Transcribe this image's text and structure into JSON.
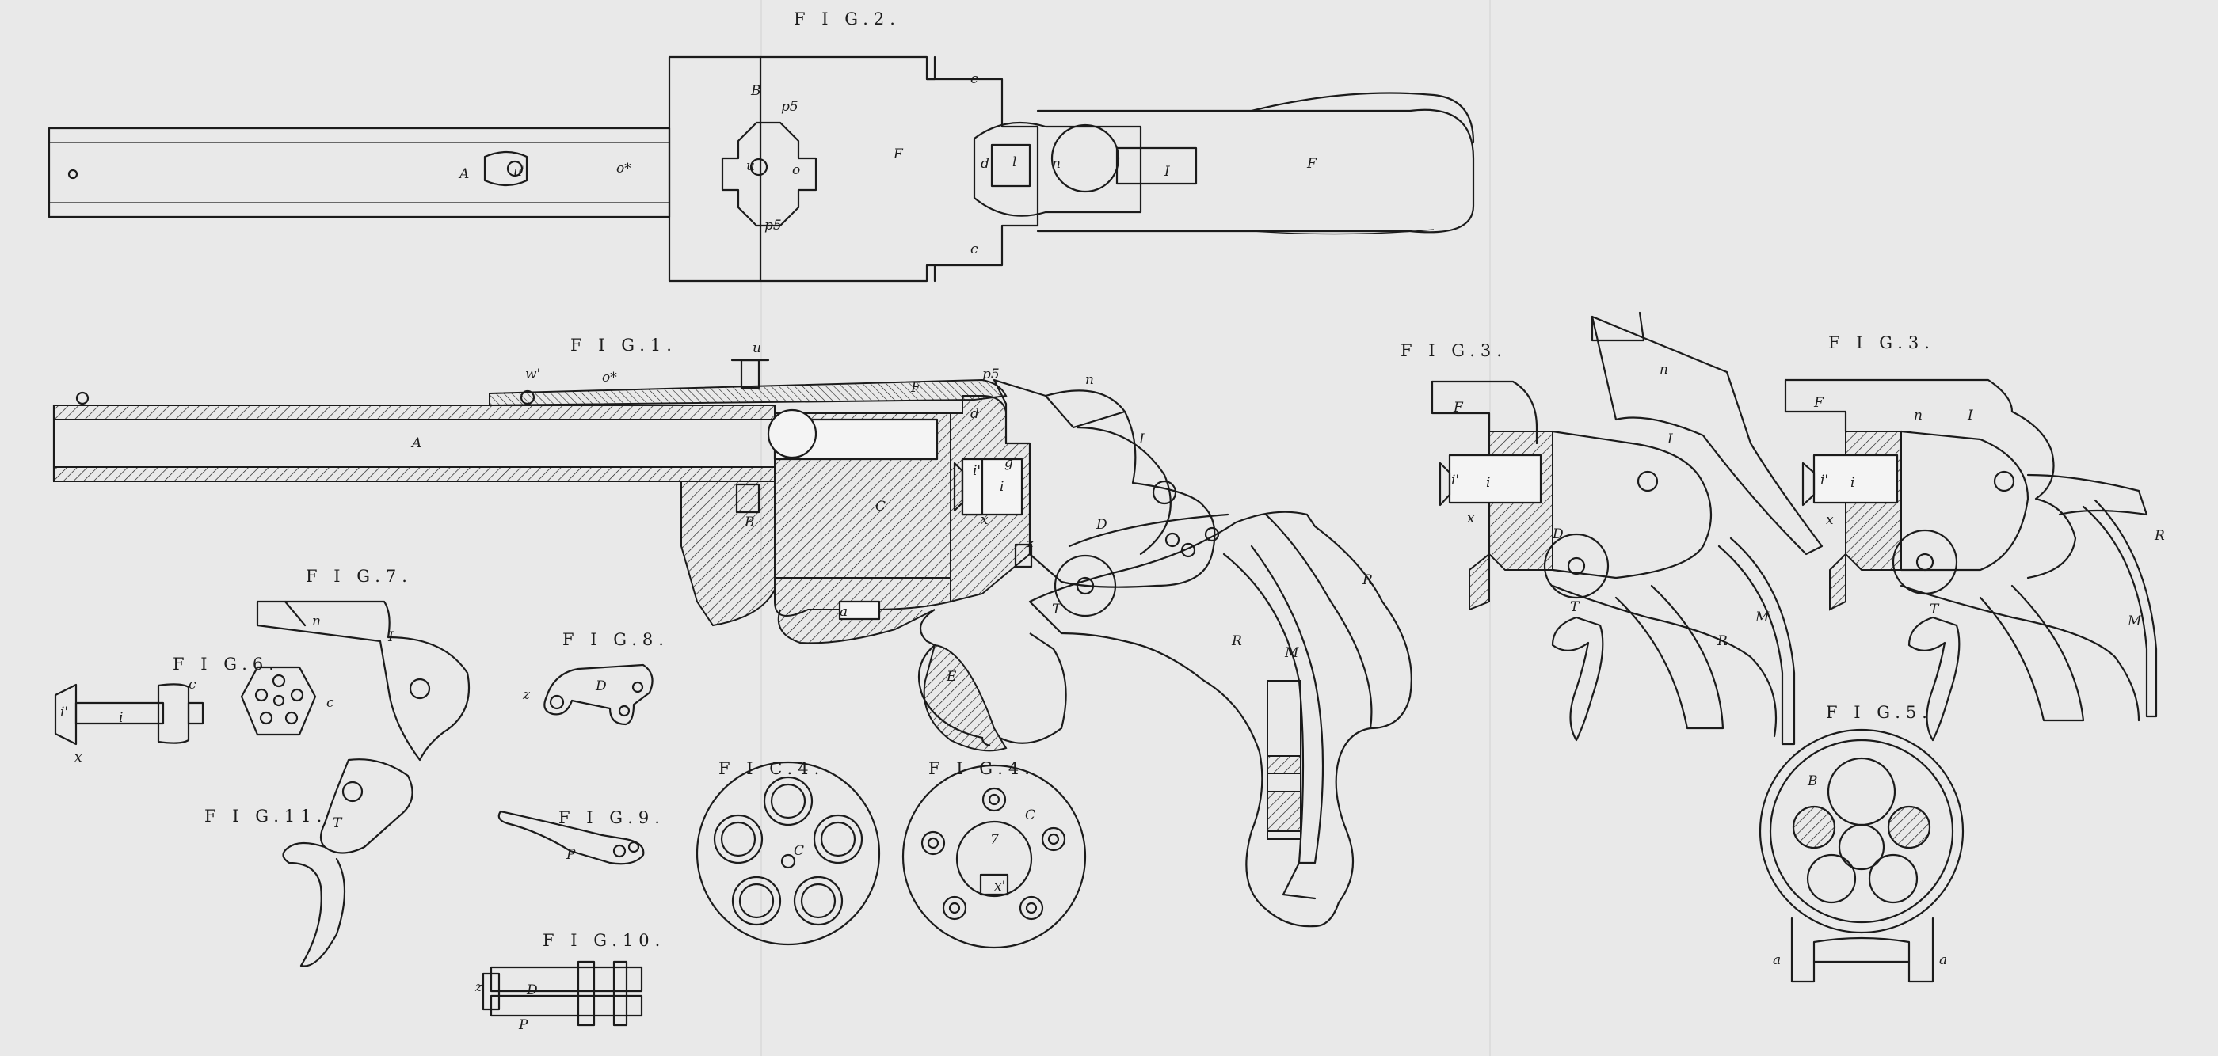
{
  "figures": {
    "fig1": "F I G.1.",
    "fig2": "F I G.2.",
    "fig3a": "F I G.3.",
    "fig3b": "F I G.3.",
    "fig4a": "F I C.4.",
    "fig4b": "F I G.4.",
    "fig5": "F I G.5.",
    "fig6": "F I G.6.",
    "fig7": "F I G.7.",
    "fig8": "F I G.8.",
    "fig9": "F I G.9.",
    "fig10": "F I G.10.",
    "fig11": "F I G.11."
  },
  "parts": {
    "A": "A",
    "B": "B",
    "C": "C",
    "D": "D",
    "E": "E",
    "F": "F",
    "I": "I",
    "M": "M",
    "R": "R",
    "T": "T",
    "P": "P",
    "a": "a",
    "c": "c",
    "d": "d",
    "e": "e",
    "g": "g",
    "i": "i",
    "i1": "i'",
    "l": "l",
    "n": "n",
    "o": "o",
    "o1": "o*",
    "p5": "p5",
    "u": "u",
    "u1": "u'",
    "w1": "w'",
    "x": "x",
    "x1": "x'",
    "z": "z",
    "seven": "7"
  },
  "colors": {
    "ink": "#1b1b1b",
    "paper": "#e9e9e9",
    "hatch": "#1b1b1b"
  }
}
